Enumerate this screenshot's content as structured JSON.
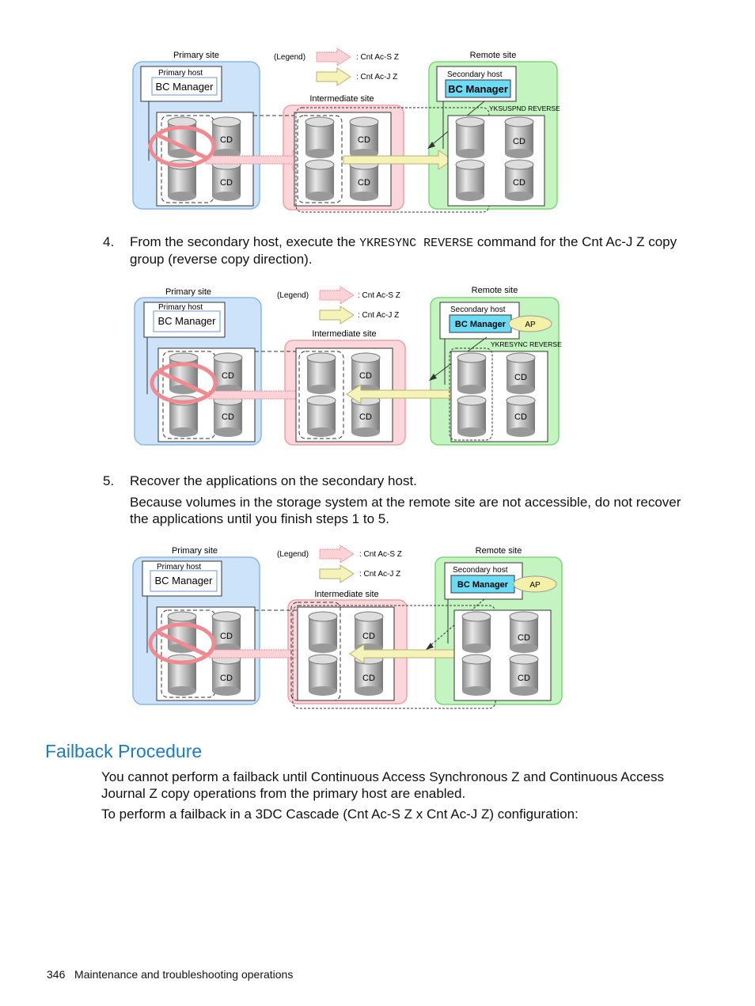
{
  "diagram_labels": {
    "primary_site": "Primary site",
    "primary_host": "Primary host",
    "bc_manager": "BC Manager",
    "legend": "(Legend)",
    "legend_sync": ": Cnt Ac-S Z",
    "legend_async": ": Cnt Ac-J Z",
    "remote_site": "Remote site",
    "secondary_host": "Secondary host",
    "intermediate_site": "Intermediate site",
    "cd": "CD",
    "ap": "AP"
  },
  "diagrams": [
    {
      "command": "YKSUSPND REVERSE",
      "has_ap": false
    },
    {
      "command": "YKRESYNC REVERSE",
      "has_ap": true
    },
    {
      "command": "",
      "has_ap": true
    }
  ],
  "steps": {
    "step4": {
      "number": "4.",
      "text_before": "From the secondary host, execute the",
      "code": "YKRESYNC REVERSE",
      "text_after": "command for the Cnt Ac-J Z copy",
      "text_line2": "group (reverse copy direction)."
    },
    "step5": {
      "number": "5.",
      "text": "Recover the applications on the secondary host.",
      "note_line1": "Because volumes in the storage system at the remote site are not accessible, do not recover",
      "note_line2": "the applications until you finish steps 1 to 5."
    }
  },
  "section": {
    "heading": "Failback Procedure",
    "para1_line1": "You cannot perform a failback until Continuous Access Synchronous Z and Continuous Access",
    "para1_line2": "Journal Z copy operations from the primary host are enabled.",
    "para2": "To perform a failback in a 3DC Cascade (Cnt Ac-S Z x Cnt Ac-J Z) configuration:"
  },
  "footer": {
    "page_number": "346",
    "chapter": "Maintenance and troubleshooting operations"
  }
}
